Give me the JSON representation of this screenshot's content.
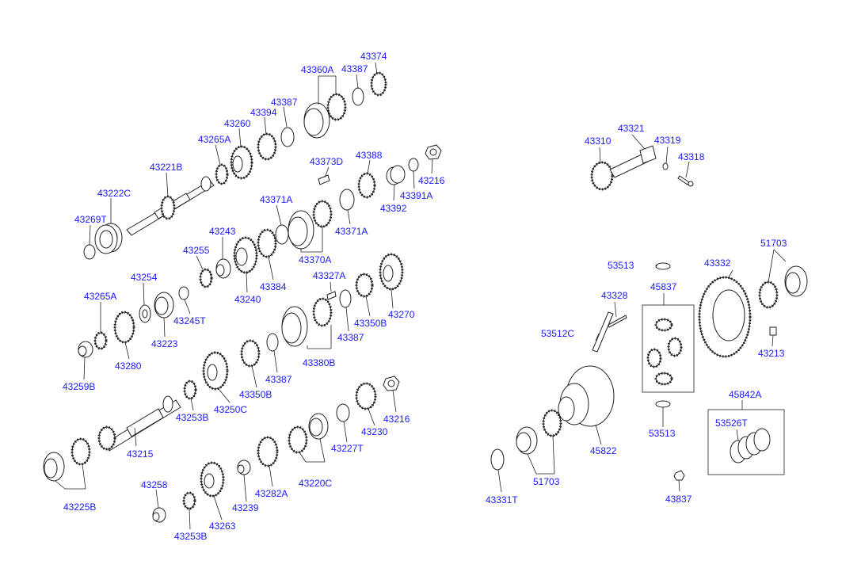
{
  "diagram": {
    "labels": [
      "43374",
      "43360A",
      "43387",
      "43387",
      "43394",
      "43260",
      "43265A",
      "43221B",
      "43222C",
      "43269T",
      "43373D",
      "43388",
      "43216",
      "43391A",
      "43392",
      "43371A",
      "43371A",
      "43370A",
      "43243",
      "43255",
      "43240",
      "43384",
      "43254",
      "43265A",
      "43245T",
      "43223",
      "43280",
      "43259B",
      "43327A",
      "43270",
      "43350B",
      "43387",
      "43380B",
      "43387",
      "43350B",
      "43250C",
      "43253B",
      "43215",
      "43216",
      "43230",
      "43227T",
      "43220C",
      "43282A",
      "43239",
      "43263",
      "43258",
      "43253B",
      "43225B",
      "43321",
      "43310",
      "43319",
      "43318",
      "51703",
      "53513",
      "43332",
      "43328",
      "45837",
      "53512C",
      "43213",
      "45842A",
      "53526T",
      "45822",
      "53513",
      "51703",
      "43331T",
      "43837"
    ]
  }
}
